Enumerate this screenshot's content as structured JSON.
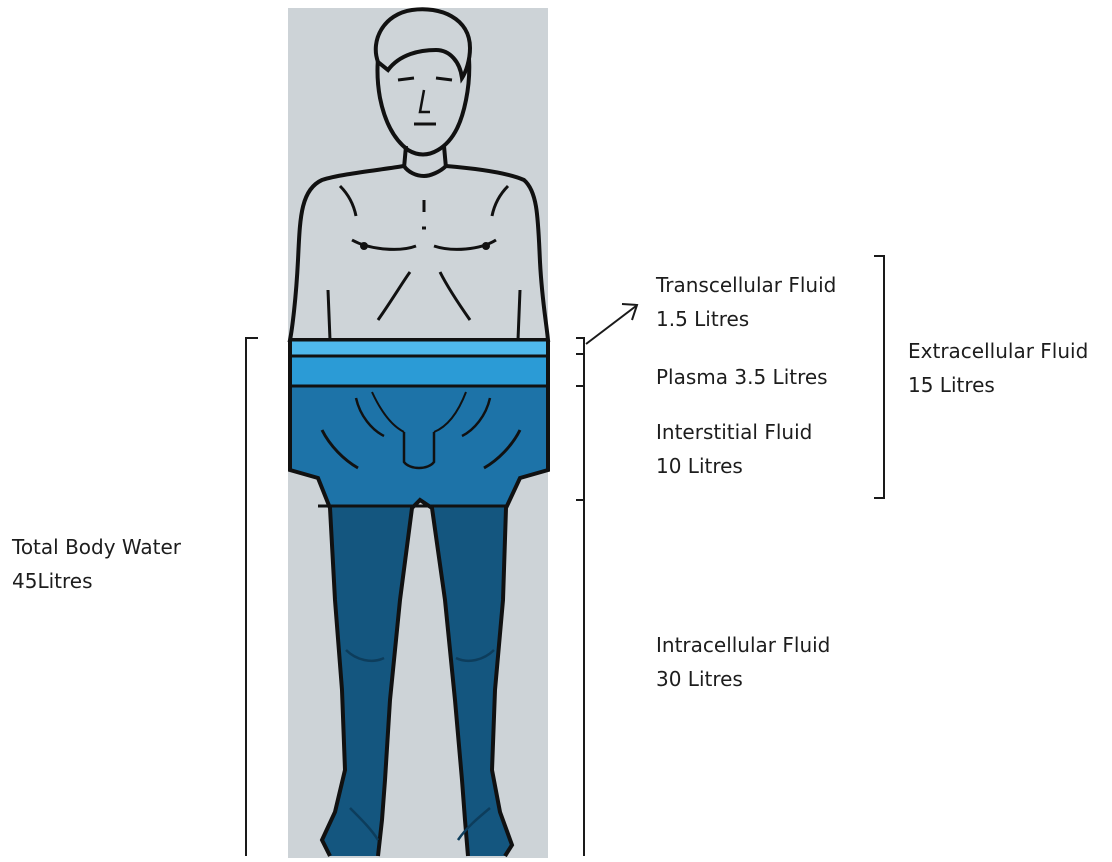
{
  "labels": {
    "total_body_water": {
      "line1": "Total Body Water",
      "line2": "45Litres"
    },
    "transcellular": {
      "line1": "Transcellular Fluid",
      "line2": "1.5 Litres"
    },
    "plasma": {
      "line1": "Plasma 3.5 Litres"
    },
    "interstitial": {
      "line1": "Interstitial Fluid",
      "line2": "10 Litres"
    },
    "intracellular": {
      "line1": "Intracellular Fluid",
      "line2": "30 Litres"
    },
    "extracellular": {
      "line1": "Extracellular Fluid",
      "line2": "15 Litres"
    }
  },
  "colors": {
    "panel_background": "#cdd3d7",
    "skin": "#ced4d8",
    "outline": "#111111",
    "transcellular": "#4fb8ec",
    "plasma": "#2b9bd6",
    "interstitial": "#1d73a8",
    "intracellular": "#14567f"
  },
  "icons": {
    "figure": "human-figure-icon",
    "arrow": "arrow-up-right-icon"
  }
}
